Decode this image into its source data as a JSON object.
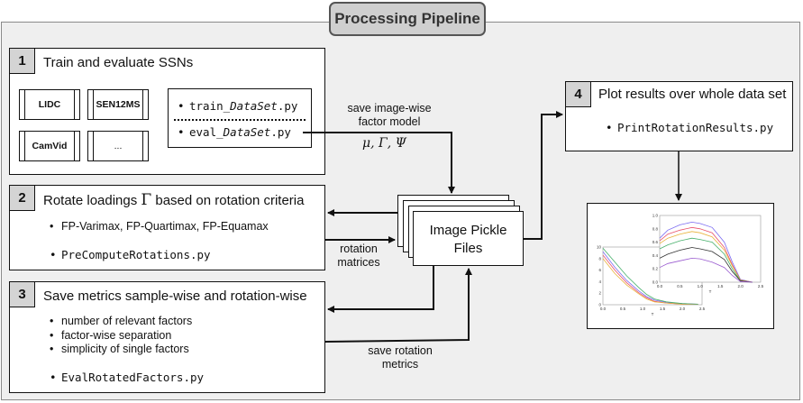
{
  "title": "Processing Pipeline",
  "step1": {
    "number": "1",
    "title": "Train and evaluate SSNs",
    "datasets": [
      "LIDC",
      "SEN12MS",
      "CamVid",
      "..."
    ],
    "scripts": [
      {
        "prefix": "train_",
        "italic": "DataSet",
        "suffix": ".py"
      },
      {
        "prefix": "eval_",
        "italic": "DataSet",
        "suffix": ".py"
      }
    ]
  },
  "step2": {
    "number": "2",
    "title_prefix": "Rotate loadings ",
    "title_symbol": "Γ",
    "title_suffix": " based on rotation criteria",
    "bullets": [
      "FP-Varimax, FP-Quartimax, FP-Equamax"
    ],
    "script": "PreComputeRotations.py"
  },
  "step3": {
    "number": "3",
    "title": "Save metrics sample-wise and rotation-wise",
    "bullets": [
      "number of relevant factors",
      "factor-wise separation",
      "simplicity of single factors"
    ],
    "script": "EvalRotatedFactors.py"
  },
  "step4": {
    "number": "4",
    "title": "Plot results over whole data set",
    "script": "PrintRotationResults.py"
  },
  "pickle": {
    "line1": "Image Pickle",
    "line2": "Files"
  },
  "labels": {
    "save_model_1": "save image-wise",
    "save_model_2": "factor model",
    "math": "μ,  Γ,  Ψ",
    "rot_mat_1": "rotation",
    "rot_mat_2": "matrices",
    "save_rot_1": "save rotation",
    "save_rot_2": "metrics"
  },
  "chart_data": [
    {
      "type": "line",
      "x_ticks": [
        "0.0",
        "0.5",
        "1.0",
        "1.5",
        "2.0",
        "2.5"
      ],
      "y_ticks": [
        "0",
        "2",
        "4",
        "6",
        "8",
        "10"
      ],
      "xlabel": "T",
      "ylim": [
        0,
        10
      ],
      "xlim": [
        0,
        2.5
      ],
      "series": [
        {
          "values": [
            [
              0,
              9.2
            ],
            [
              0.3,
              6.5
            ],
            [
              0.6,
              4.2
            ],
            [
              0.9,
              2.4
            ],
            [
              1.1,
              1.4
            ],
            [
              1.3,
              0.8
            ],
            [
              1.6,
              0.4
            ],
            [
              2.0,
              0.2
            ],
            [
              2.4,
              0.1
            ]
          ]
        },
        {
          "values": [
            [
              0,
              8.6
            ],
            [
              0.3,
              6.0
            ],
            [
              0.6,
              3.8
            ],
            [
              0.9,
              2.1
            ],
            [
              1.1,
              1.2
            ],
            [
              1.3,
              0.6
            ],
            [
              1.6,
              0.3
            ],
            [
              2.0,
              0.1
            ],
            [
              2.4,
              0.1
            ]
          ]
        },
        {
          "values": [
            [
              0,
              8.0
            ],
            [
              0.3,
              5.4
            ],
            [
              0.6,
              3.4
            ],
            [
              0.9,
              1.9
            ],
            [
              1.1,
              1.0
            ],
            [
              1.3,
              0.5
            ],
            [
              1.6,
              0.3
            ],
            [
              2.0,
              0.1
            ],
            [
              2.4,
              0.1
            ]
          ]
        },
        {
          "values": [
            [
              0,
              9.8
            ],
            [
              0.3,
              7.4
            ],
            [
              0.6,
              5.0
            ],
            [
              0.9,
              3.0
            ],
            [
              1.1,
              1.8
            ],
            [
              1.3,
              1.0
            ],
            [
              1.6,
              0.5
            ],
            [
              2.0,
              0.2
            ],
            [
              2.4,
              0.1
            ]
          ]
        }
      ]
    },
    {
      "type": "line",
      "x_ticks": [
        "0.0",
        "0.5",
        "1.0",
        "1.5",
        "2.0",
        "2.5"
      ],
      "y_ticks": [
        "0.0",
        "0.2",
        "0.4",
        "0.6",
        "0.8",
        "1.0"
      ],
      "xlabel": "T",
      "ylim": [
        0,
        1.0
      ],
      "xlim": [
        0,
        2.5
      ],
      "series": [
        {
          "values": [
            [
              0,
              0.66
            ],
            [
              0.2,
              0.78
            ],
            [
              0.5,
              0.86
            ],
            [
              0.8,
              0.9
            ],
            [
              1.0,
              0.88
            ],
            [
              1.3,
              0.82
            ],
            [
              1.6,
              0.6
            ],
            [
              1.8,
              0.3
            ],
            [
              2.0,
              0.04
            ],
            [
              2.3,
              0.0
            ]
          ]
        },
        {
          "values": [
            [
              0,
              0.62
            ],
            [
              0.2,
              0.72
            ],
            [
              0.5,
              0.78
            ],
            [
              0.8,
              0.82
            ],
            [
              1.0,
              0.8
            ],
            [
              1.3,
              0.74
            ],
            [
              1.6,
              0.52
            ],
            [
              1.8,
              0.26
            ],
            [
              2.0,
              0.03
            ],
            [
              2.3,
              0.0
            ]
          ]
        },
        {
          "values": [
            [
              0,
              0.58
            ],
            [
              0.2,
              0.66
            ],
            [
              0.5,
              0.72
            ],
            [
              0.8,
              0.76
            ],
            [
              1.0,
              0.74
            ],
            [
              1.3,
              0.68
            ],
            [
              1.6,
              0.48
            ],
            [
              1.8,
              0.24
            ],
            [
              2.0,
              0.03
            ],
            [
              2.3,
              0.0
            ]
          ]
        },
        {
          "values": [
            [
              0,
              0.5
            ],
            [
              0.2,
              0.56
            ],
            [
              0.5,
              0.62
            ],
            [
              0.8,
              0.66
            ],
            [
              1.0,
              0.64
            ],
            [
              1.3,
              0.6
            ],
            [
              1.6,
              0.42
            ],
            [
              1.8,
              0.2
            ],
            [
              2.0,
              0.02
            ],
            [
              2.3,
              0.0
            ]
          ]
        },
        {
          "values": [
            [
              0,
              0.36
            ],
            [
              0.2,
              0.42
            ],
            [
              0.5,
              0.48
            ],
            [
              0.8,
              0.52
            ],
            [
              1.0,
              0.5
            ],
            [
              1.3,
              0.46
            ],
            [
              1.6,
              0.34
            ],
            [
              1.8,
              0.16
            ],
            [
              2.0,
              0.02
            ],
            [
              2.3,
              0.0
            ]
          ]
        },
        {
          "values": [
            [
              0,
              0.22
            ],
            [
              0.2,
              0.28
            ],
            [
              0.5,
              0.32
            ],
            [
              0.8,
              0.36
            ],
            [
              1.0,
              0.35
            ],
            [
              1.3,
              0.3
            ],
            [
              1.6,
              0.22
            ],
            [
              1.8,
              0.1
            ],
            [
              2.0,
              0.01
            ],
            [
              2.3,
              0.0
            ]
          ]
        }
      ]
    }
  ],
  "colors": {
    "frame_bg": "#efefef",
    "tab_bg": "#cfcfcf",
    "number_bg": "#d4d4d4",
    "series": [
      "#7b6cf2",
      "#e8506a",
      "#e9b23a",
      "#46b06a",
      "#333333",
      "#9a5bd0"
    ]
  }
}
